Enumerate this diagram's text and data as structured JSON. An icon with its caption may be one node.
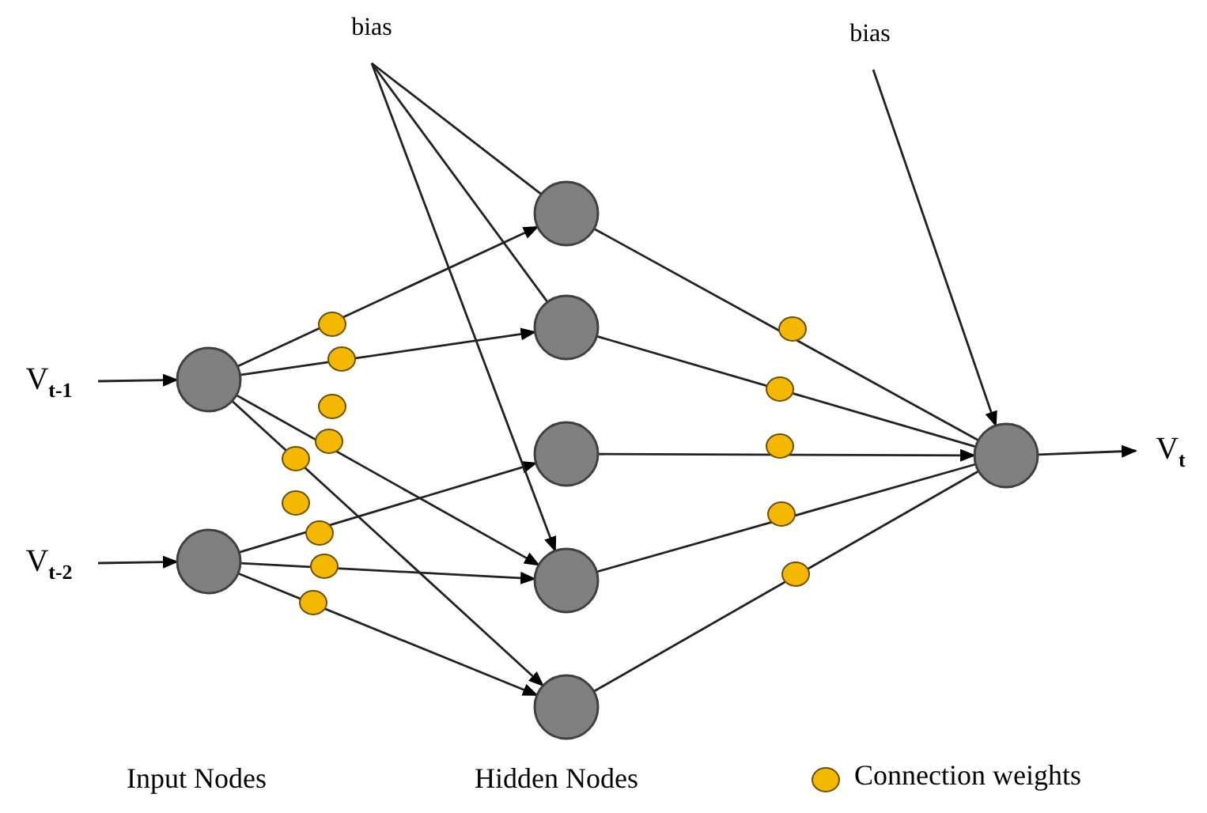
{
  "diagram": {
    "nodes": [
      {
        "text": [
          "V$_{t-1}$"
        ]
      },
      {
        "text": [
          "V$_{t-2}$"
        ]
      },
      {
        "text": [],
        "shape": "circle"
      },
      {
        "text": [],
        "shape": "circle"
      },
      {
        "text": [],
        "shape": "circle"
      },
      {
        "text": [],
        "shape": "circle"
      },
      {
        "text": [],
        "shape": "circle"
      },
      {
        "text": [],
        "shape": "circle"
      },
      {
        "text": [],
        "shape": "circle"
      },
      {
        "text": [],
        "shape": "circle"
      },
      {
        "text": [
          "V$_{t}$"
        ]
      },
      {
        "text": [
          "bias"
        ]
      },
      {
        "text": [
          "bias"
        ]
      }
    ],
    "edges": [
      {
        "from": 0,
        "to": 2,
        "arrow": "to"
      },
      {
        "from": 1,
        "to": 3,
        "arrow": "to"
      },
      {
        "from": 2,
        "to": 4,
        "arrow": "to"
      },
      {
        "from": 2,
        "to": 5,
        "arrow": "to"
      },
      {
        "from": 2,
        "to": 7,
        "arrow": "to"
      },
      {
        "from": 2,
        "to": 8,
        "arrow": "to"
      },
      {
        "from": 3,
        "to": 6,
        "arrow": "to"
      },
      {
        "from": 3,
        "to": 7,
        "arrow": "to"
      },
      {
        "from": 3,
        "to": 8,
        "arrow": "to"
      },
      {
        "from": 11,
        "to": 4,
        "arrow": "none"
      },
      {
        "from": 11,
        "to": 5,
        "arrow": "none"
      },
      {
        "from": 11,
        "to": 7,
        "arrow": "to"
      },
      {
        "from": 4,
        "to": 9,
        "arrow": "none"
      },
      {
        "from": 5,
        "to": 9,
        "arrow": "none"
      },
      {
        "from": 6,
        "to": 9,
        "arrow": "to"
      },
      {
        "from": 7,
        "to": 9,
        "arrow": "none"
      },
      {
        "from": 8,
        "to": 9,
        "arrow": "none"
      },
      {
        "from": 12,
        "to": 9,
        "arrow": "to"
      },
      {
        "from": 9,
        "to": 10,
        "arrow": "to"
      }
    ],
    "labels": [
      "Input Nodes",
      "Hidden Nodes"
    ],
    "legend": [
      {
        "text": "Connection weights",
        "color": "#f5b800"
      }
    ]
  }
}
